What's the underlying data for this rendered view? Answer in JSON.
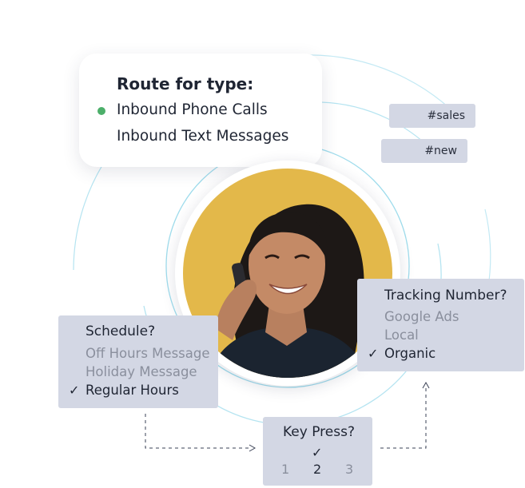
{
  "route_card": {
    "title": "Route for type:",
    "items": [
      "Inbound Phone Calls",
      "Inbound Text Messages"
    ],
    "selected_index": 0,
    "dot_color": "#4caf6a"
  },
  "tags": [
    "#sales",
    "#new"
  ],
  "schedule": {
    "title": "Schedule?",
    "options": [
      "Off Hours Message",
      "Holiday Message",
      "Regular Hours"
    ],
    "selected_index": 2
  },
  "tracking": {
    "title": "Tracking Number?",
    "options": [
      "Google Ads",
      "Local",
      "Organic"
    ],
    "selected_index": 2
  },
  "key_press": {
    "title": "Key Press?",
    "keys": [
      "1",
      "2",
      "3"
    ],
    "selected_index": 1
  },
  "icons": {
    "check": "check-icon",
    "selected_dot": "status-dot-icon"
  },
  "colors": {
    "panel_bg": "#d3d7e4",
    "ring": "#9fdcec",
    "photo_bg": "#e3b84a",
    "text": "#1f2533",
    "muted": "#8a8f9d"
  }
}
